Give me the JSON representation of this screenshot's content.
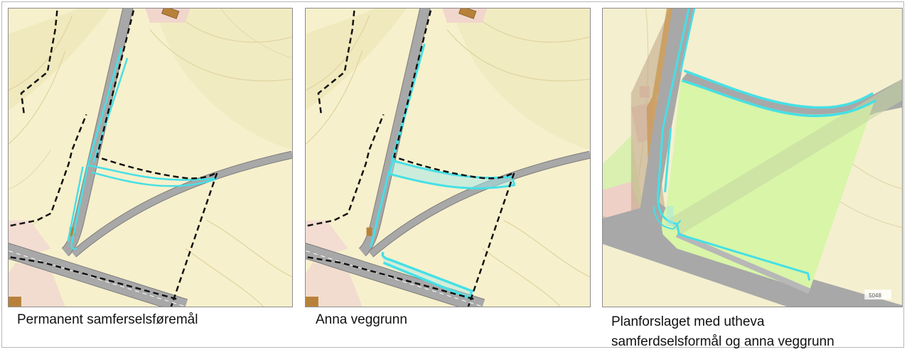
{
  "panels": [
    {
      "caption": "Permanent samferselsføremål"
    },
    {
      "caption": "Anna veggrunn"
    },
    {
      "caption_line1": "Planforslaget med utheva",
      "caption_line2": "samferdselsformål og anna veggrunn"
    }
  ],
  "map_label": "5048",
  "colors": {
    "background_yellow": "#f6efc8",
    "contour": "#e2d6a8",
    "road_gray": "#9e9e9e",
    "road_edge": "#7d7d7d",
    "highlight_cyan": "#45e0e6",
    "plan_boundary": "#111111",
    "green_area": "#d8f5a8",
    "building_brown": "#b8813a"
  },
  "icons": [
    "building-icon",
    "plan-boundary-line",
    "highlighted-road-outline"
  ]
}
